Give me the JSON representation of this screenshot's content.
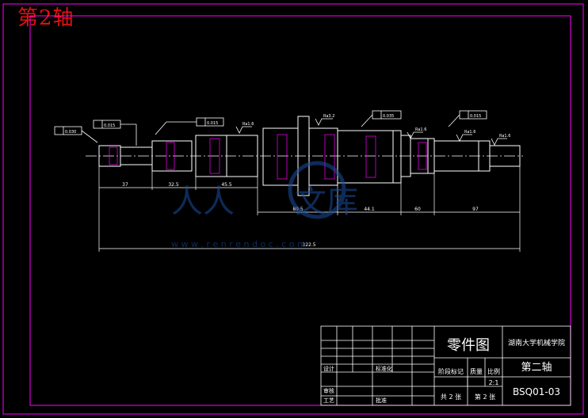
{
  "page_title": "第2轴",
  "watermark": {
    "cn_1": "人人",
    "cn_2": "文库",
    "url": "w w w . r e n r e n d o c . c o m"
  },
  "dimensions": {
    "d37": "37",
    "d325": "32.5",
    "d455": "45.5",
    "d895": "89.5",
    "d441": "44.1",
    "d60": "60",
    "d97": "97",
    "total": "322.5"
  },
  "callouts": {
    "tol1": "0.030",
    "tol2": "0.015",
    "tol3": "0.015",
    "tol4": "0.035",
    "tol5": "0.015",
    "ra1": "Ra1.6",
    "ra2": "Ra3.2",
    "ra3": "Ra1.6",
    "ra4": "Ra1.6",
    "ra5": "Ra1.6"
  },
  "title_block": {
    "drawing_type": "零件图",
    "school": "湖南大学机械学院",
    "part_name": "第二轴",
    "drawing_no": "BSQ01-03",
    "stage_mark": "阶段标记",
    "weight": "质量",
    "scale_label": "比例",
    "scale_value": "2:1",
    "sheets_total": "共 2 张",
    "sheet_no": "第 2 张",
    "design": "设计",
    "check": "审核",
    "process": "工艺",
    "approve": "批准",
    "std": "标准化"
  },
  "colors": {
    "frame": "#ff00ff",
    "line": "#ffffff",
    "title_red": "#e01010",
    "watermark": "#1a4fa0"
  }
}
